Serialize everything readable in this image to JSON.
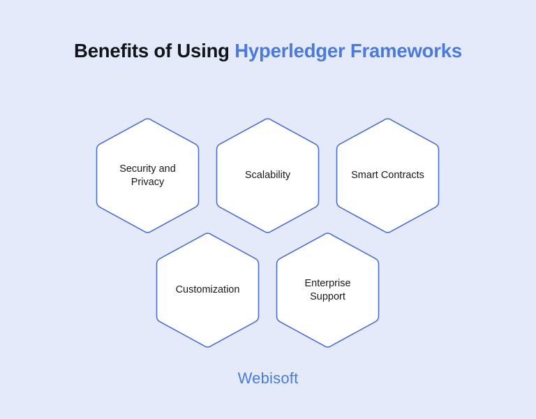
{
  "title": {
    "plain": "Benefits of Using ",
    "accent": "Hyperledger Frameworks"
  },
  "hexagons": [
    {
      "label": "Security and\nPrivacy"
    },
    {
      "label": "Scalability"
    },
    {
      "label": "Smart Contracts"
    },
    {
      "label": "Customization"
    },
    {
      "label": "Enterprise\nSupport"
    }
  ],
  "brand": {
    "name": "Webisoft"
  },
  "colors": {
    "background": "#e4eaf9",
    "accent": "#4a7bdb",
    "hex_stroke": "#4a6fd0",
    "hex_fill": "#ffffff",
    "title_text": "#111418",
    "label_text": "#16181c"
  }
}
